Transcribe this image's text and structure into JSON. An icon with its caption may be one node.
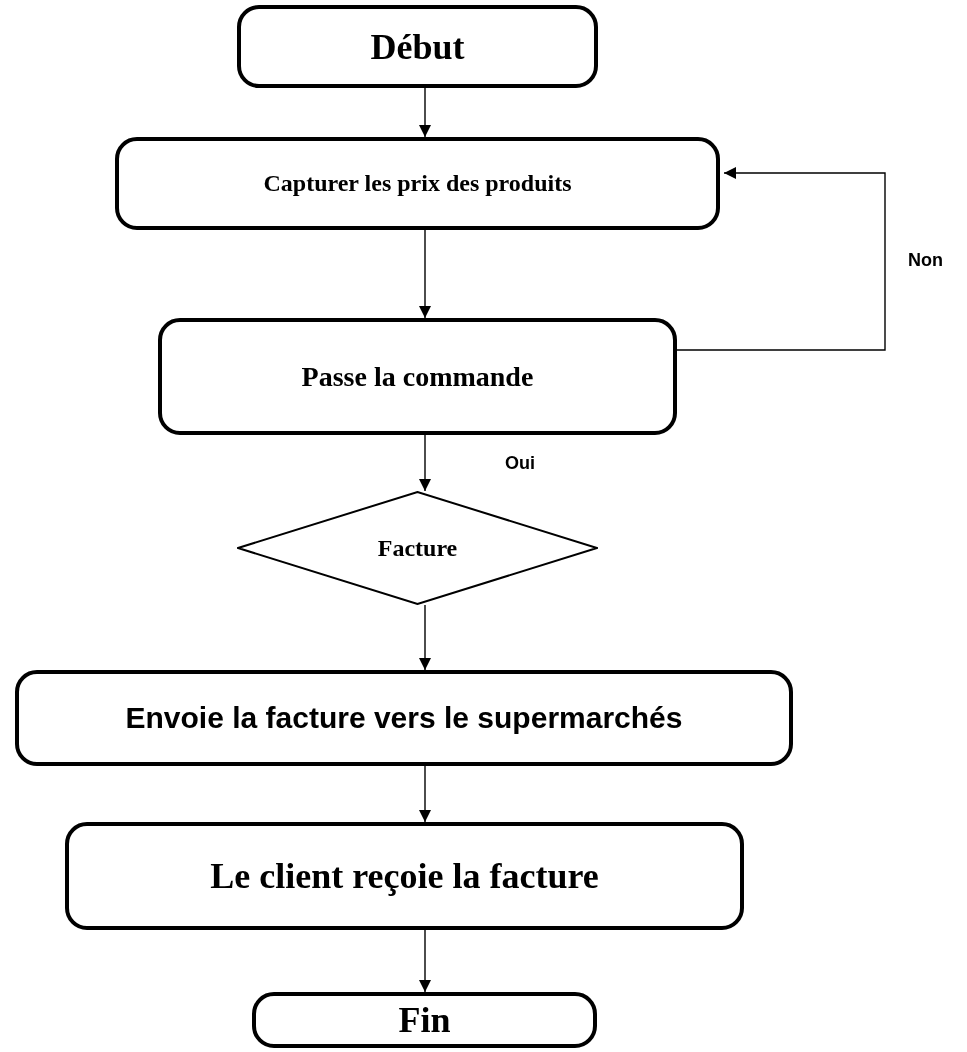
{
  "diagram": {
    "nodes": [
      {
        "text": [
          "Début"
        ]
      },
      {
        "text": [
          "Capturer les prix des produits"
        ]
      },
      {
        "text": [
          "Passe la commande"
        ]
      },
      {
        "text": [
          "Facture"
        ]
      },
      {
        "text": [
          "Envoie la facture vers le supermarchés"
        ]
      },
      {
        "text": [
          "Le client reçoie la facture"
        ]
      },
      {
        "text": [
          "Fin"
        ]
      }
    ],
    "edges": [
      {
        "from": 0,
        "to": 1,
        "arrow": "to"
      },
      {
        "from": 1,
        "to": 2,
        "arrow": "to"
      },
      {
        "from": 2,
        "to": 3,
        "arrow": "to",
        "label": "Oui"
      },
      {
        "from": 2,
        "to": 1,
        "arrow": "to",
        "label": "Non"
      },
      {
        "from": 3,
        "to": 4,
        "arrow": "to"
      },
      {
        "from": 4,
        "to": 5,
        "arrow": "to"
      },
      {
        "from": 5,
        "to": 6,
        "arrow": "to"
      }
    ]
  }
}
